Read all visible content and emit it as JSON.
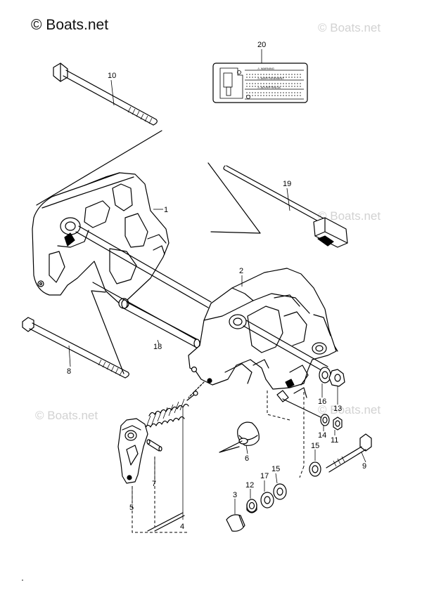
{
  "watermark": {
    "main": "© Boats.net",
    "faint": "© Boats.net"
  },
  "label_panel": {
    "line1": "⚠ WARNING",
    "line2": "⚠ AVERTISSEMENT",
    "line3": "⚠ ADVERTENCIA"
  },
  "callouts": {
    "c1": "1",
    "c2": "2",
    "c3": "3",
    "c4": "4",
    "c5": "5",
    "c6": "6",
    "c7": "7",
    "c8": "8",
    "c9": "9",
    "c10": "10",
    "c11": "11",
    "c12": "12",
    "c13": "13",
    "c14": "14",
    "c15a": "15",
    "c15b": "15",
    "c16": "16",
    "c17": "17",
    "c18": "18",
    "c19": "19",
    "c20": "20"
  },
  "colors": {
    "line": "#000000",
    "watermark_faint": "#d2d2d2",
    "background": "#ffffff"
  }
}
